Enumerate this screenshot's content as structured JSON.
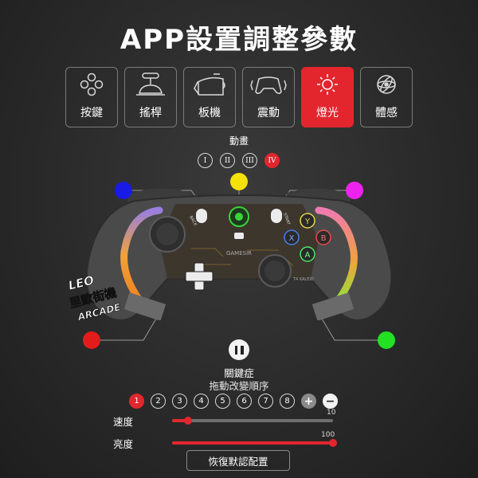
{
  "header": {
    "title": "APP設置調整參數"
  },
  "tabs": [
    {
      "label": "按鍵",
      "icon": "buttons-icon",
      "active": false
    },
    {
      "label": "搖桿",
      "icon": "joystick-icon",
      "active": false
    },
    {
      "label": "板機",
      "icon": "trigger-icon",
      "active": false
    },
    {
      "label": "震動",
      "icon": "vibration-icon",
      "active": false
    },
    {
      "label": "燈光",
      "icon": "light-icon",
      "active": true
    },
    {
      "label": "體感",
      "icon": "motion-sensor-icon",
      "active": false
    }
  ],
  "animation": {
    "title": "動畫",
    "modes": [
      {
        "label": "I",
        "active": false
      },
      {
        "label": "II",
        "active": false
      },
      {
        "label": "III",
        "active": false
      },
      {
        "label": "IV",
        "active": true
      }
    ]
  },
  "light_zones": [
    {
      "position": "top-left",
      "color": "#1a1ae6"
    },
    {
      "position": "top-center",
      "color": "#f5e20a"
    },
    {
      "position": "top-right",
      "color": "#ee22ee"
    },
    {
      "position": "bottom-left",
      "color": "#e31b1b"
    },
    {
      "position": "bottom-right",
      "color": "#22e022"
    }
  ],
  "controller": {
    "back_label": "BACK",
    "start_label": "START",
    "brand": "GAMESIR",
    "model": "T4 KALEID",
    "face_buttons": [
      {
        "label": "Y",
        "color": "#e8d34a"
      },
      {
        "label": "X",
        "color": "#4a7fe8"
      },
      {
        "label": "B",
        "color": "#e84a4a"
      },
      {
        "label": "A",
        "color": "#4ae86a"
      }
    ]
  },
  "watermark": {
    "line1": "LEO",
    "line2": "里歐街機",
    "line3": "ARCADE"
  },
  "zone_panel": {
    "pause_icon": "pause-icon",
    "title": "關鍵症",
    "subtitle": "拖動改變順序",
    "steps": [
      "1",
      "2",
      "3",
      "4",
      "5",
      "6",
      "7",
      "8",
      "+",
      "−"
    ],
    "active_step": 0
  },
  "sliders": [
    {
      "label": "速度",
      "value": 10,
      "max": 100,
      "fraction": 0.1
    },
    {
      "label": "亮度",
      "value": 100,
      "max": 100,
      "fraction": 1.0
    }
  ],
  "reset_button": {
    "label": "恢復默認配置"
  }
}
